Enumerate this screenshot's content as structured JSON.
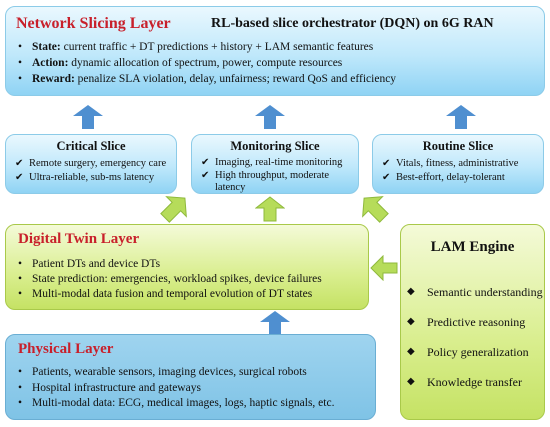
{
  "network": {
    "title": "Network Slicing Layer",
    "subtitle": "RL-based slice orchestrator (DQN) on 6G RAN",
    "items": [
      {
        "label": "State:",
        "text": " current traffic + DT predictions + history + LAM semantic features"
      },
      {
        "label": "Action:",
        "text": " dynamic allocation of spectrum, power, compute resources"
      },
      {
        "label": "Reward:",
        "text": " penalize SLA violation, delay, unfairness; reward QoS and efficiency"
      }
    ]
  },
  "slices": [
    {
      "title": "Critical Slice",
      "items": [
        "Remote surgery, emergency care",
        "Ultra-reliable, sub-ms latency"
      ]
    },
    {
      "title": "Monitoring Slice",
      "items": [
        "Imaging, real-time monitoring",
        "High throughput, moderate latency"
      ]
    },
    {
      "title": "Routine Slice",
      "items": [
        "Vitals, fitness, administrative",
        "Best-effort, delay-tolerant"
      ]
    }
  ],
  "digital_twin": {
    "title": "Digital Twin Layer",
    "items": [
      "Patient DTs and device DTs",
      "State prediction: emergencies, workload spikes, device failures",
      "Multi-modal data fusion and temporal evolution of DT states"
    ]
  },
  "lam": {
    "title": "LAM Engine",
    "items": [
      "Semantic understanding",
      "Predictive reasoning",
      "Policy generalization",
      "Knowledge transfer"
    ]
  },
  "physical": {
    "title": "Physical Layer",
    "items": [
      "Patients, wearable sensors, imaging devices, surgical robots",
      "Hospital infrastructure and gateways",
      "Multi-modal data: ECG, medical images, logs, haptic signals, etc."
    ]
  },
  "colors": {
    "title_red": "#c8202b",
    "arrow_blue": "#4f8fd0",
    "arrow_green": "#b6dc5a"
  }
}
